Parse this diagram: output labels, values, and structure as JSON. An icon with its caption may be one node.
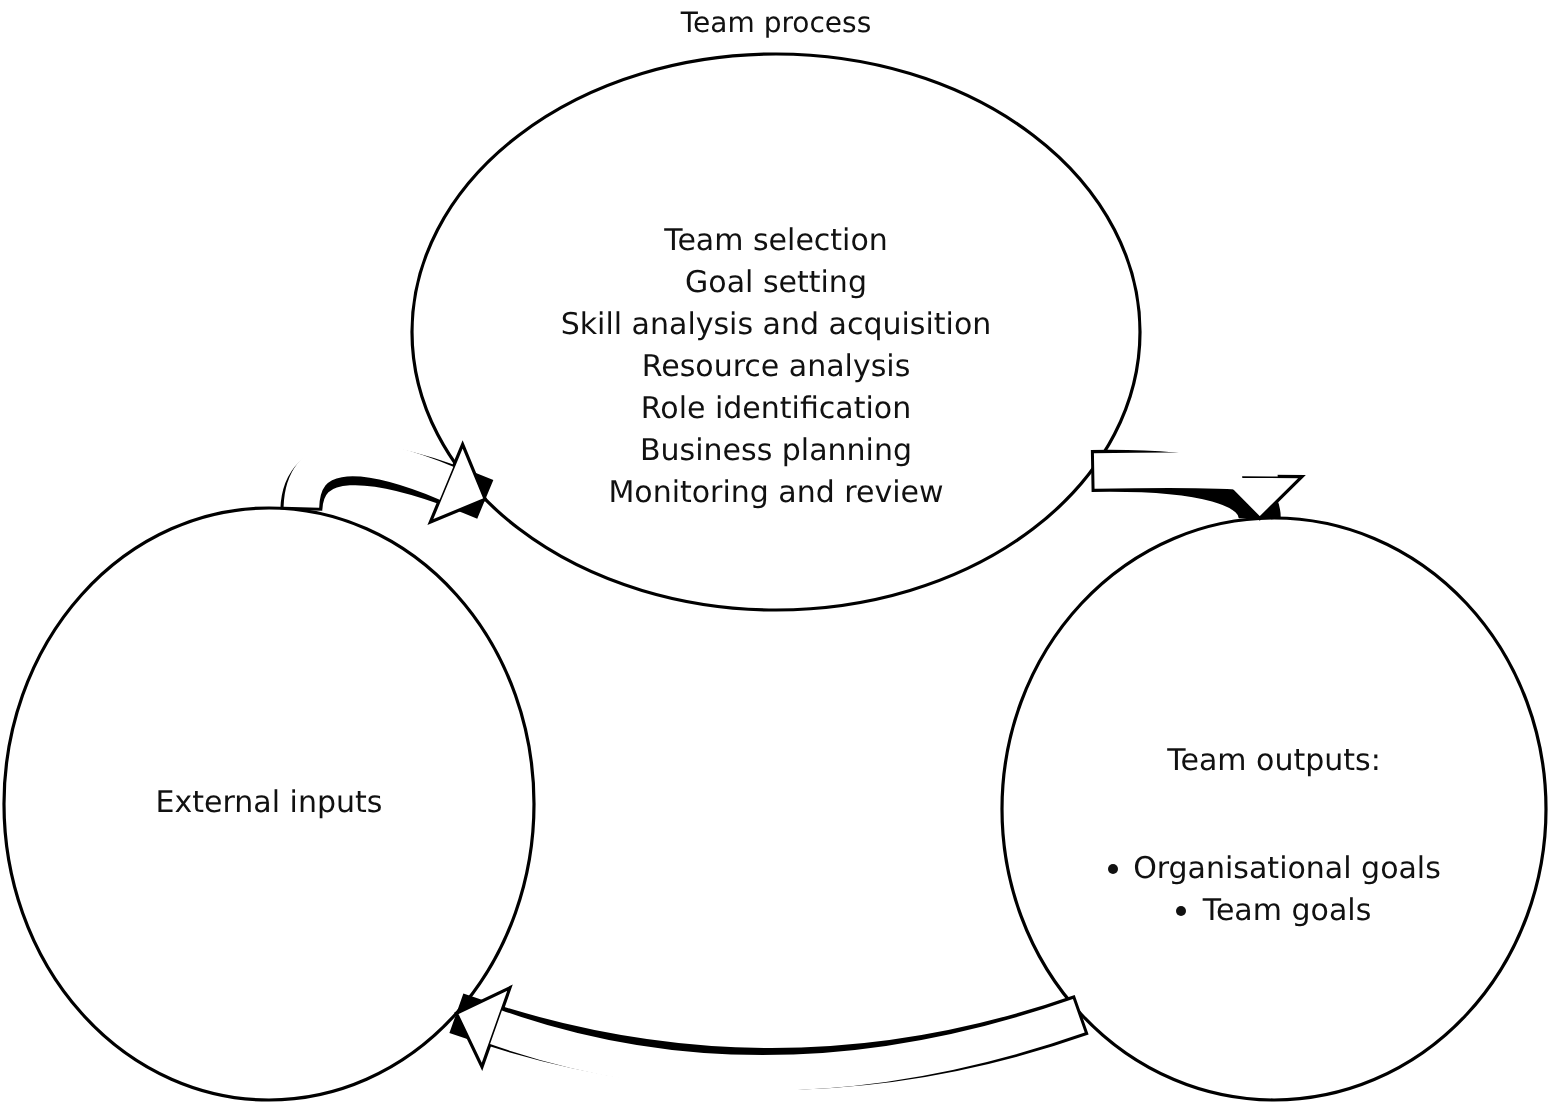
{
  "diagram": {
    "nodes": [
      {
        "text": [
          "Team process",
          "Team selection",
          "Goal setting",
          "Skill analysis and acquisition",
          "Resource analysis",
          "Role identification",
          "Business planning",
          "Monitoring and review"
        ]
      },
      {
        "text": [
          "External inputs"
        ]
      },
      {
        "text": [
          "Team outputs:",
          "Organisational goals",
          "Team goals"
        ]
      }
    ],
    "edges": [
      {
        "from": 1,
        "to": 0,
        "arrow": "to"
      },
      {
        "from": 0,
        "to": 2,
        "arrow": "to"
      },
      {
        "from": 2,
        "to": 1,
        "arrow": "to"
      }
    ]
  }
}
